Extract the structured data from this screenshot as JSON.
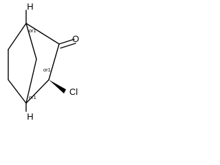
{
  "molecule": {
    "atoms": {
      "top_h": "H",
      "bottom_h": "H",
      "oxygen": "O",
      "chlorine": "Cl"
    },
    "stereo_labels": {
      "top_bridgehead": "or1",
      "middle_carbon": "or1",
      "bottom_bridgehead": "or1"
    },
    "colors": {
      "ink": "#000000",
      "background": "#ffffff"
    }
  }
}
